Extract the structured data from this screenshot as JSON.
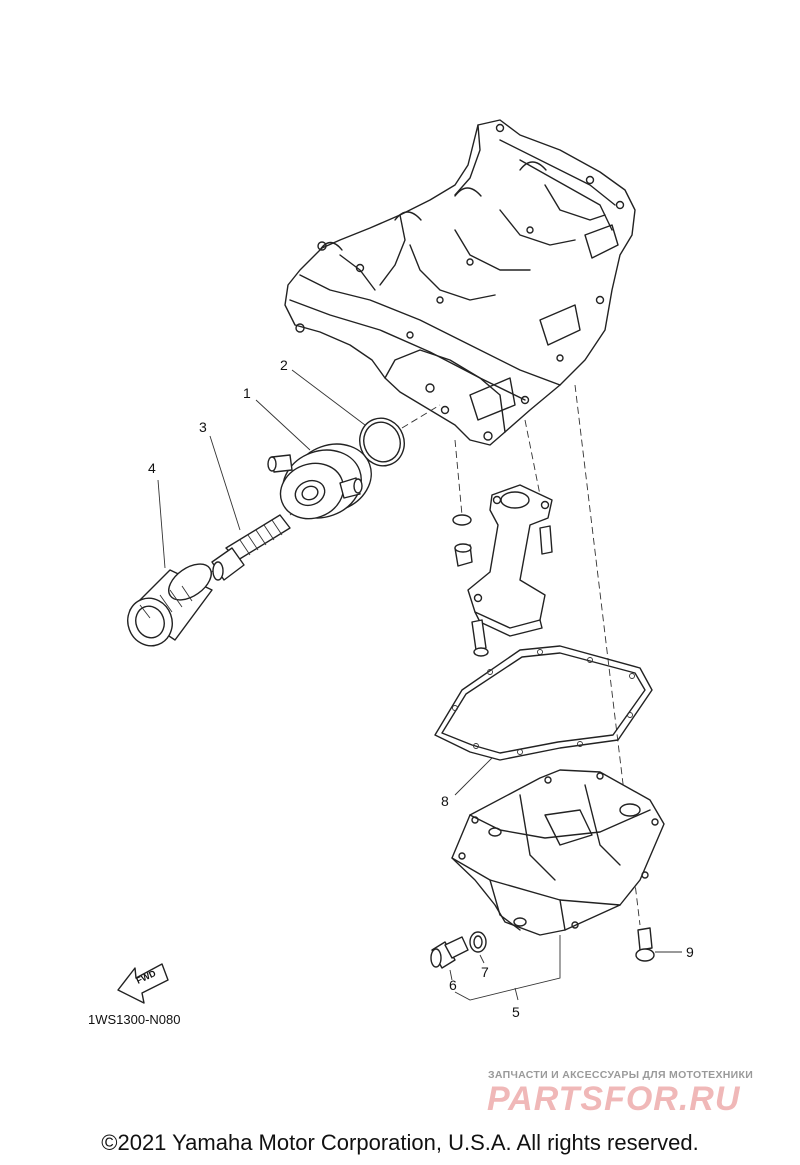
{
  "diagram": {
    "callouts": [
      {
        "id": "1",
        "label": "1"
      },
      {
        "id": "2",
        "label": "2"
      },
      {
        "id": "3",
        "label": "3"
      },
      {
        "id": "4",
        "label": "4"
      },
      {
        "id": "5",
        "label": "5"
      },
      {
        "id": "6",
        "label": "6"
      },
      {
        "id": "7",
        "label": "7"
      },
      {
        "id": "8",
        "label": "8"
      },
      {
        "id": "9",
        "label": "9"
      }
    ],
    "fwd_label": "FWD",
    "drawing_code": "1WS1300-N080"
  },
  "watermark": {
    "tagline": "ЗАПЧАСТИ И АКСЕССУАРЫ ДЛЯ МОТОТЕХНИКИ",
    "logo": "PARTSFOR.RU"
  },
  "footer": {
    "copyright": "©2021 Yamaha Motor Corporation, U.S.A. All rights reserved."
  }
}
